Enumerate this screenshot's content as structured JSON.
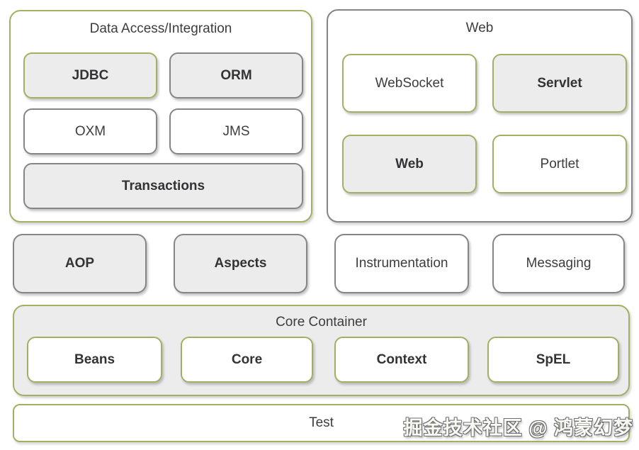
{
  "page": {
    "background": "#ffffff"
  },
  "colors": {
    "green_border": "#a3b063",
    "gray_border": "#858585",
    "gray_fill": "#ececec",
    "white_fill": "#ffffff",
    "label_text": "#3d3d3d",
    "bold_label_text": "#333336"
  },
  "layers": {
    "data_access": {
      "title": "Data Access/Integration",
      "modules": [
        "JDBC",
        "ORM",
        "OXM",
        "JMS",
        "Transactions"
      ]
    },
    "web": {
      "title": "Web",
      "modules": [
        "WebSocket",
        "Servlet",
        "Web",
        "Portlet"
      ]
    },
    "middleware": {
      "modules": [
        "AOP",
        "Aspects",
        "Instrumentation",
        "Messaging"
      ]
    },
    "core_container": {
      "title": "Core Container",
      "modules": [
        "Beans",
        "Core",
        "Context",
        "SpEL"
      ]
    },
    "test": {
      "label": "Test"
    }
  },
  "watermark": {
    "text": "掘金技术社区 @ 鸿蒙幻梦"
  }
}
